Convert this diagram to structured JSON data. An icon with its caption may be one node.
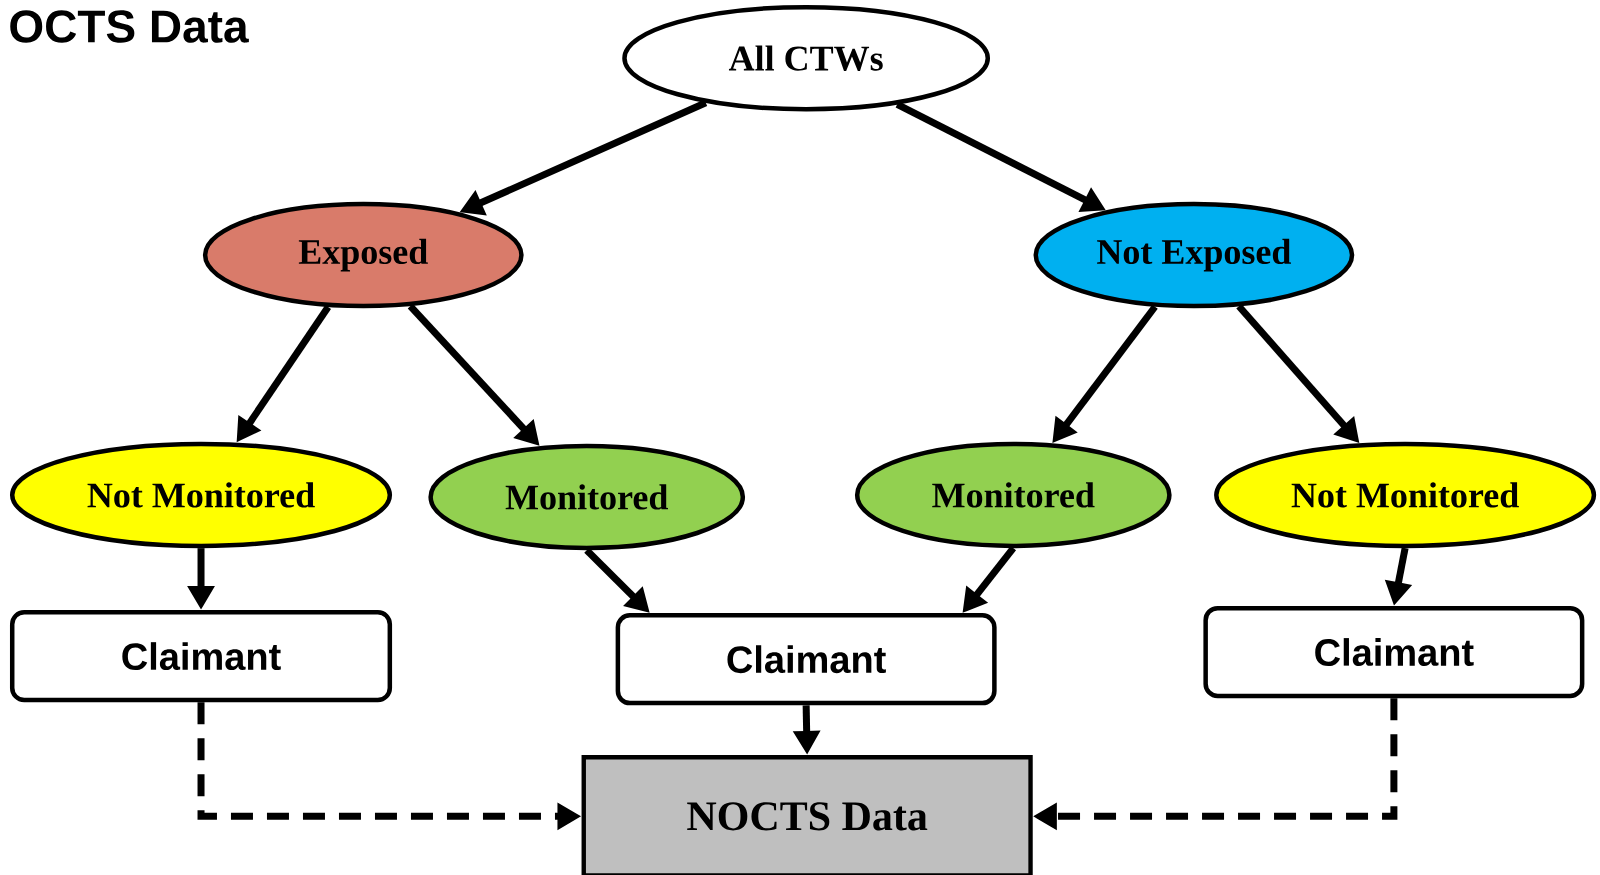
{
  "diagram": {
    "title": "OCTS Data",
    "nodes": [
      {
        "text": [
          "All CTWs"
        ]
      },
      {
        "text": [
          "Exposed"
        ]
      },
      {
        "text": [
          "Not Exposed"
        ]
      },
      {
        "text": [
          "Not Monitored"
        ]
      },
      {
        "text": [
          "Monitored"
        ]
      },
      {
        "text": [
          "Monitored"
        ]
      },
      {
        "text": [
          "Not Monitored"
        ]
      },
      {
        "text": [
          "Claimant"
        ]
      },
      {
        "text": [
          "Claimant"
        ]
      },
      {
        "text": [
          "Claimant"
        ]
      },
      {
        "text": [
          "NOCTS Data"
        ]
      }
    ],
    "edges": [
      {
        "from": 0,
        "to": 1,
        "arrow": "to"
      },
      {
        "from": 0,
        "to": 2,
        "arrow": "to"
      },
      {
        "from": 1,
        "to": 3,
        "arrow": "to"
      },
      {
        "from": 1,
        "to": 4,
        "arrow": "to"
      },
      {
        "from": 2,
        "to": 5,
        "arrow": "to"
      },
      {
        "from": 2,
        "to": 6,
        "arrow": "to"
      },
      {
        "from": 3,
        "to": 7,
        "arrow": "to"
      },
      {
        "from": 4,
        "to": 8,
        "arrow": "to"
      },
      {
        "from": 5,
        "to": 8,
        "arrow": "to"
      },
      {
        "from": 6,
        "to": 9,
        "arrow": "to"
      },
      {
        "from": 8,
        "to": 10,
        "arrow": "to"
      },
      {
        "from": 7,
        "to": 10,
        "arrow": "to",
        "style": "dashed"
      },
      {
        "from": 9,
        "to": 10,
        "arrow": "to",
        "style": "dashed"
      }
    ]
  }
}
